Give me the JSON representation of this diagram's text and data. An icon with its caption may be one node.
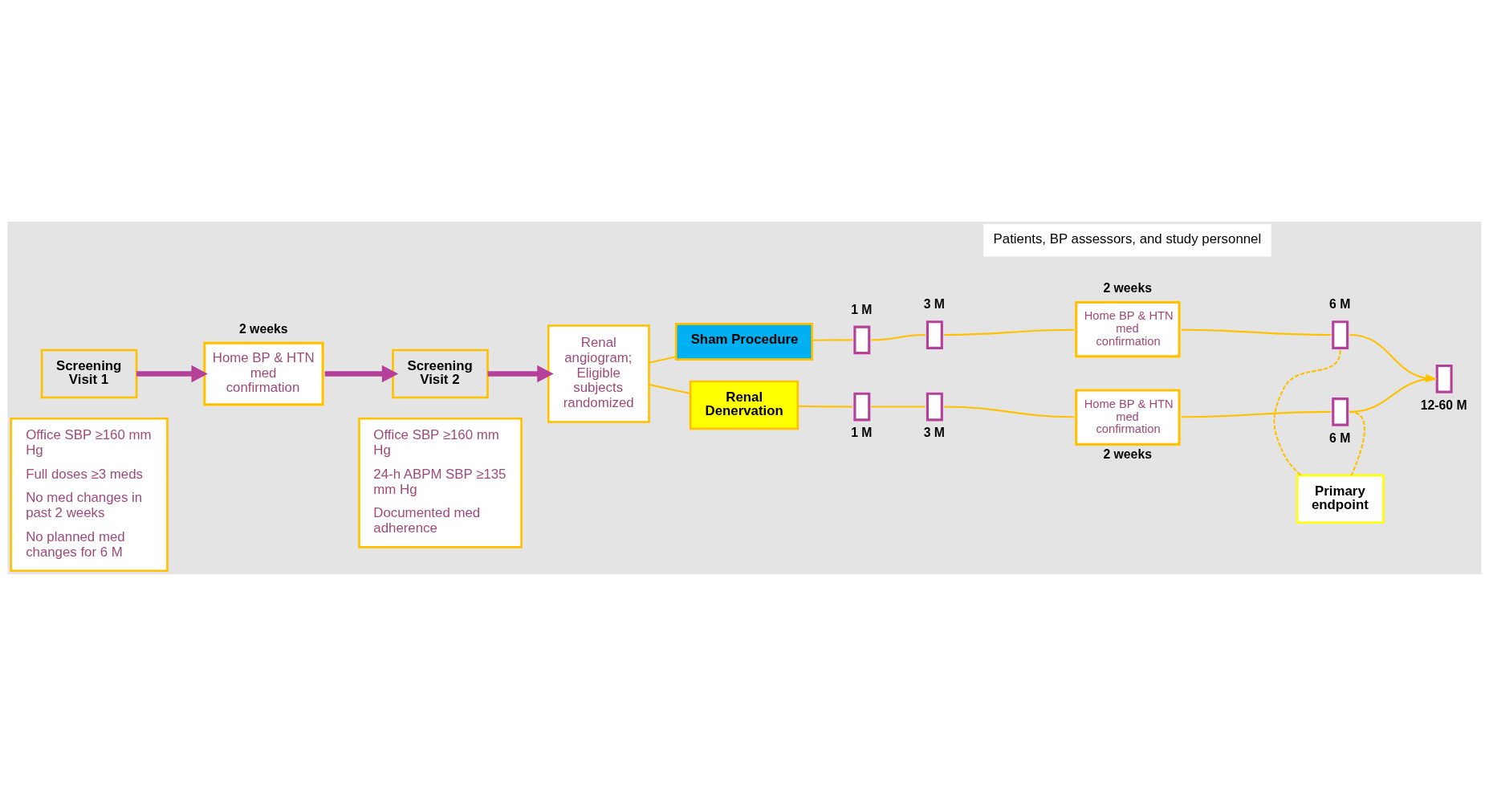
{
  "diagram": {
    "nodes": [
      {
        "text": [
          "Screening Visit 1"
        ]
      },
      {
        "text": [
          "Office SBP ≥160 mm Hg",
          "Full doses ≥3 meds",
          "No med changes in past 2 weeks",
          "No planned med changes for 6 M"
        ]
      },
      {
        "text": [
          "Home BP & HTN med confirmation"
        ],
        "beside": [
          "2 weeks"
        ]
      },
      {
        "text": [
          "Screening Visit 2"
        ]
      },
      {
        "text": [
          "Office SBP ≥160 mm Hg",
          "24-h ABPM SBP ≥135 mm Hg",
          "Documented med adherence"
        ]
      },
      {
        "text": [
          "Renal angiogram; Eligible subjects randomized"
        ]
      },
      {
        "text": [
          "Sham Procedure"
        ]
      },
      {
        "text": [
          "Renal Denervation"
        ]
      },
      {
        "text": [],
        "shape": "box",
        "beside": [
          "1 M"
        ]
      },
      {
        "text": [],
        "shape": "box",
        "beside": [
          "3 M"
        ]
      },
      {
        "text": [
          "Home BP & HTN med confirmation"
        ],
        "beside": [
          "2 weeks"
        ]
      },
      {
        "text": [],
        "shape": "box",
        "beside": [
          "6 M"
        ]
      },
      {
        "text": [
          "Primary endpoint"
        ]
      },
      {
        "text": [],
        "shape": "box",
        "beside": [
          "1 M"
        ]
      },
      {
        "text": [],
        "shape": "box",
        "beside": [
          "3 M"
        ]
      },
      {
        "text": [
          "Home BP & HTN med confirmation"
        ],
        "beside": [
          "2 weeks"
        ]
      },
      {
        "text": [],
        "shape": "box",
        "beside": [
          "6 M"
        ]
      },
      {
        "text": [],
        "shape": "box",
        "beside": [
          "12-60 M"
        ]
      }
    ],
    "edges": [
      {
        "from": 0,
        "to": 2,
        "arrow": "to",
        "style": "thick",
        "color": "#b5409a"
      },
      {
        "from": 2,
        "to": 3,
        "arrow": "to",
        "style": "thick",
        "color": "#b5409a"
      },
      {
        "from": 3,
        "to": 5,
        "arrow": "to",
        "style": "thick",
        "color": "#b5409a"
      },
      {
        "from": 5,
        "to": 6,
        "arrow": "none"
      },
      {
        "from": 6,
        "to": 8,
        "arrow": "none"
      },
      {
        "from": 8,
        "to": 9,
        "arrow": "none"
      },
      {
        "from": 9,
        "to": 10,
        "arrow": "none"
      },
      {
        "from": 10,
        "to": 11,
        "arrow": "none"
      },
      {
        "from": 11,
        "to": 17,
        "arrow": "to"
      },
      {
        "from": 11,
        "to": 12,
        "arrow": "none",
        "style": "dashed"
      },
      {
        "from": 12,
        "to": 16,
        "arrow": "none",
        "style": "dashed"
      },
      {
        "from": 5,
        "to": 7,
        "arrow": "none"
      },
      {
        "from": 7,
        "to": 13,
        "arrow": "none"
      },
      {
        "from": 13,
        "to": 14,
        "arrow": "none"
      },
      {
        "from": 14,
        "to": 15,
        "arrow": "none"
      },
      {
        "from": 15,
        "to": 16,
        "arrow": "none"
      },
      {
        "from": 16,
        "to": 17,
        "arrow": "none"
      }
    ],
    "labels": [
      "Patients, BP assessors, and study personnel"
    ]
  }
}
